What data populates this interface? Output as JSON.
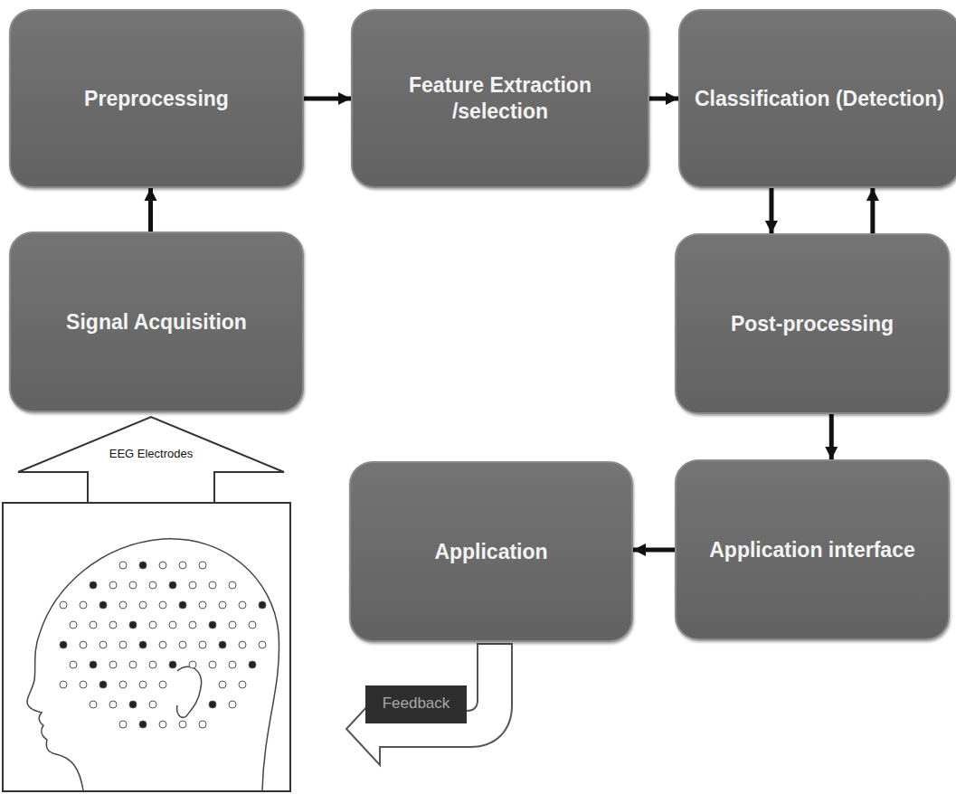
{
  "diagram": {
    "nodes": [
      {
        "text": [
          "Preprocessing"
        ]
      },
      {
        "text": [
          "Feature Extraction /selection"
        ]
      },
      {
        "text": [
          "Classification (Detection)"
        ]
      },
      {
        "text": [
          "Signal Acquisition"
        ]
      },
      {
        "text": [
          "Post-processing"
        ]
      },
      {
        "text": [
          "Application"
        ]
      },
      {
        "text": [
          "Application interface"
        ]
      }
    ],
    "edges": [
      {
        "from": 3,
        "to": 0,
        "arrow": "to"
      },
      {
        "from": 0,
        "to": 1,
        "arrow": "to"
      },
      {
        "from": 1,
        "to": 2,
        "arrow": "to"
      },
      {
        "from": 2,
        "to": 4,
        "arrow": "to"
      },
      {
        "from": 4,
        "to": 2,
        "arrow": "to"
      },
      {
        "from": 4,
        "to": 6,
        "arrow": "to"
      },
      {
        "from": 6,
        "to": 5,
        "arrow": "to"
      }
    ],
    "labels": [
      "EEG Electrodes",
      "Feedback"
    ]
  }
}
